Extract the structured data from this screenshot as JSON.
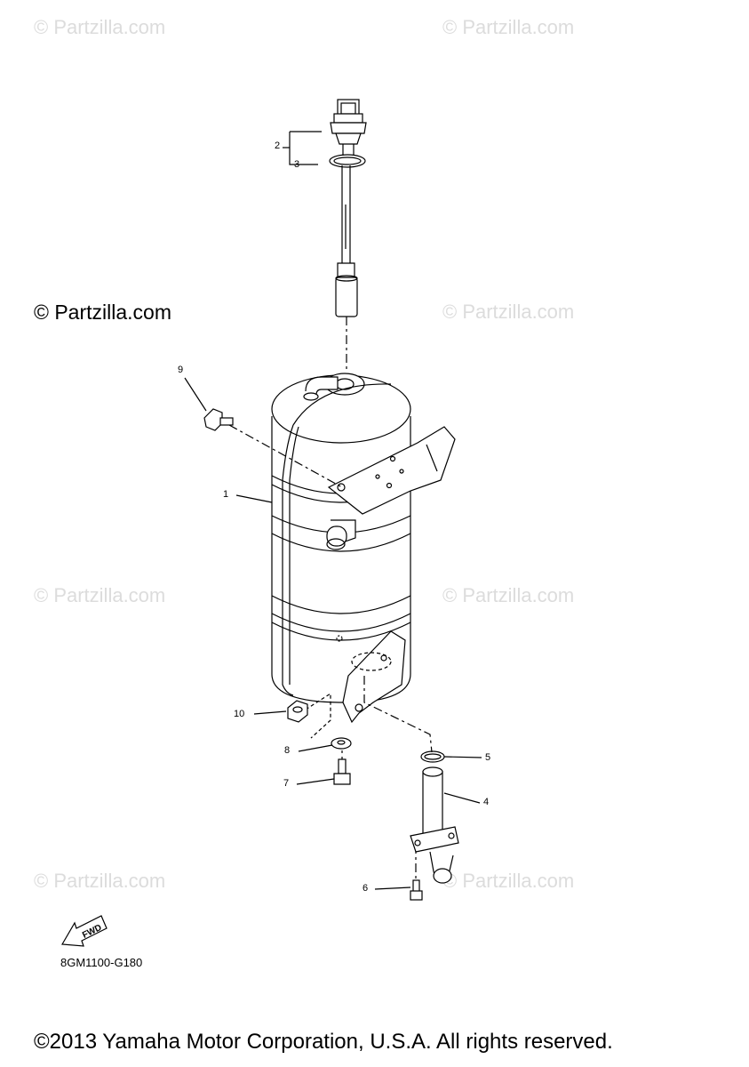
{
  "watermarks": {
    "faded": "© Partzilla.com",
    "main": "© Partzilla.com"
  },
  "callouts": [
    "1",
    "2",
    "3",
    "4",
    "5",
    "6",
    "7",
    "8",
    "9",
    "10"
  ],
  "fwd_label": "FWD",
  "diagram_code": "8GM1100-G180",
  "copyright": "©2013 Yamaha Motor Corporation, U.S.A. All rights reserved."
}
